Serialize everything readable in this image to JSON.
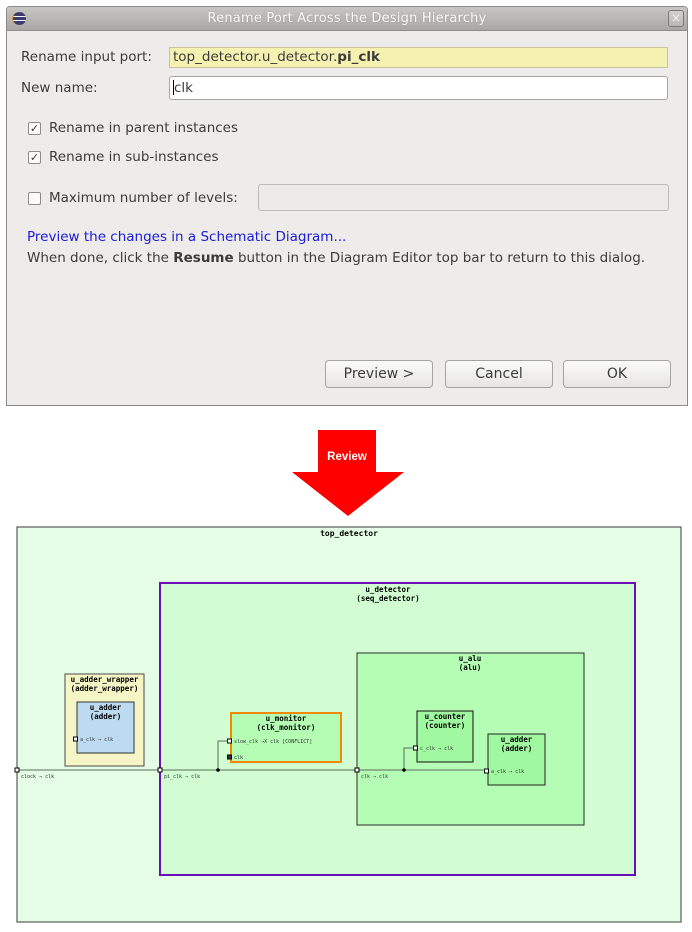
{
  "dialog": {
    "title": "Rename Port Across the Design Hierarchy",
    "close_icon": "×",
    "rename_port_label": "Rename input port:",
    "rename_port_prefix": "top_detector.u_detector.",
    "rename_port_name": "pi_clk",
    "new_name_label": "New name:",
    "new_name_value": "clk",
    "checkboxes": [
      {
        "label": "Rename in parent instances",
        "checked": true,
        "mark": "✓"
      },
      {
        "label": "Rename in sub-instances",
        "checked": true,
        "mark": "✓"
      },
      {
        "label": "Maximum number of levels:",
        "checked": false,
        "mark": ""
      }
    ],
    "max_levels_value": "",
    "preview_link": "Preview the changes in a Schematic Diagram...",
    "hint_prefix": "When done, click the ",
    "hint_bold": "Resume",
    "hint_suffix": " button in the Diagram Editor top bar to return to this dialog.",
    "buttons": {
      "preview": "Preview >",
      "cancel": "Cancel",
      "ok": "OK"
    }
  },
  "arrow": {
    "label": "Review",
    "color": "#ff0000"
  },
  "schematic": {
    "colors": {
      "top_fill": "#e5fde5",
      "detector_fill": "#d2fdd2",
      "detector_border": "#6a0fb5",
      "alu_fill": "#b5fdb5",
      "leaf_fill": "#a0f9a0",
      "wrapper_fill": "#f5f5c5",
      "adder_blue_fill": "#bcdaf0",
      "conflict_border": "#f28a00"
    },
    "top": {
      "name": "top_detector",
      "port_label": "clock → clk"
    },
    "u_adder_wrapper": {
      "name": "u_adder_wrapper",
      "type": "(adder_wrapper)"
    },
    "u_adder_outer": {
      "name": "u_adder",
      "type": "(adder)",
      "port_label": "a_clk → clk"
    },
    "u_detector": {
      "name": "u_detector",
      "type": "(seq_detector)",
      "port_label": "pi_clk → clk"
    },
    "u_monitor": {
      "name": "u_monitor",
      "type": "(clk_monitor)",
      "port1_label": "slow_clk →X clk [CONFLICT]",
      "port2_label": "clk"
    },
    "u_alu": {
      "name": "u_alu",
      "type": "(alu)",
      "port_label": "clk → clk"
    },
    "u_counter": {
      "name": "u_counter",
      "type": "(counter)",
      "port_label": "c_clk → clk"
    },
    "u_adder_inner": {
      "name": "u_adder",
      "type": "(adder)",
      "port_label": "a_clk → clk"
    }
  }
}
